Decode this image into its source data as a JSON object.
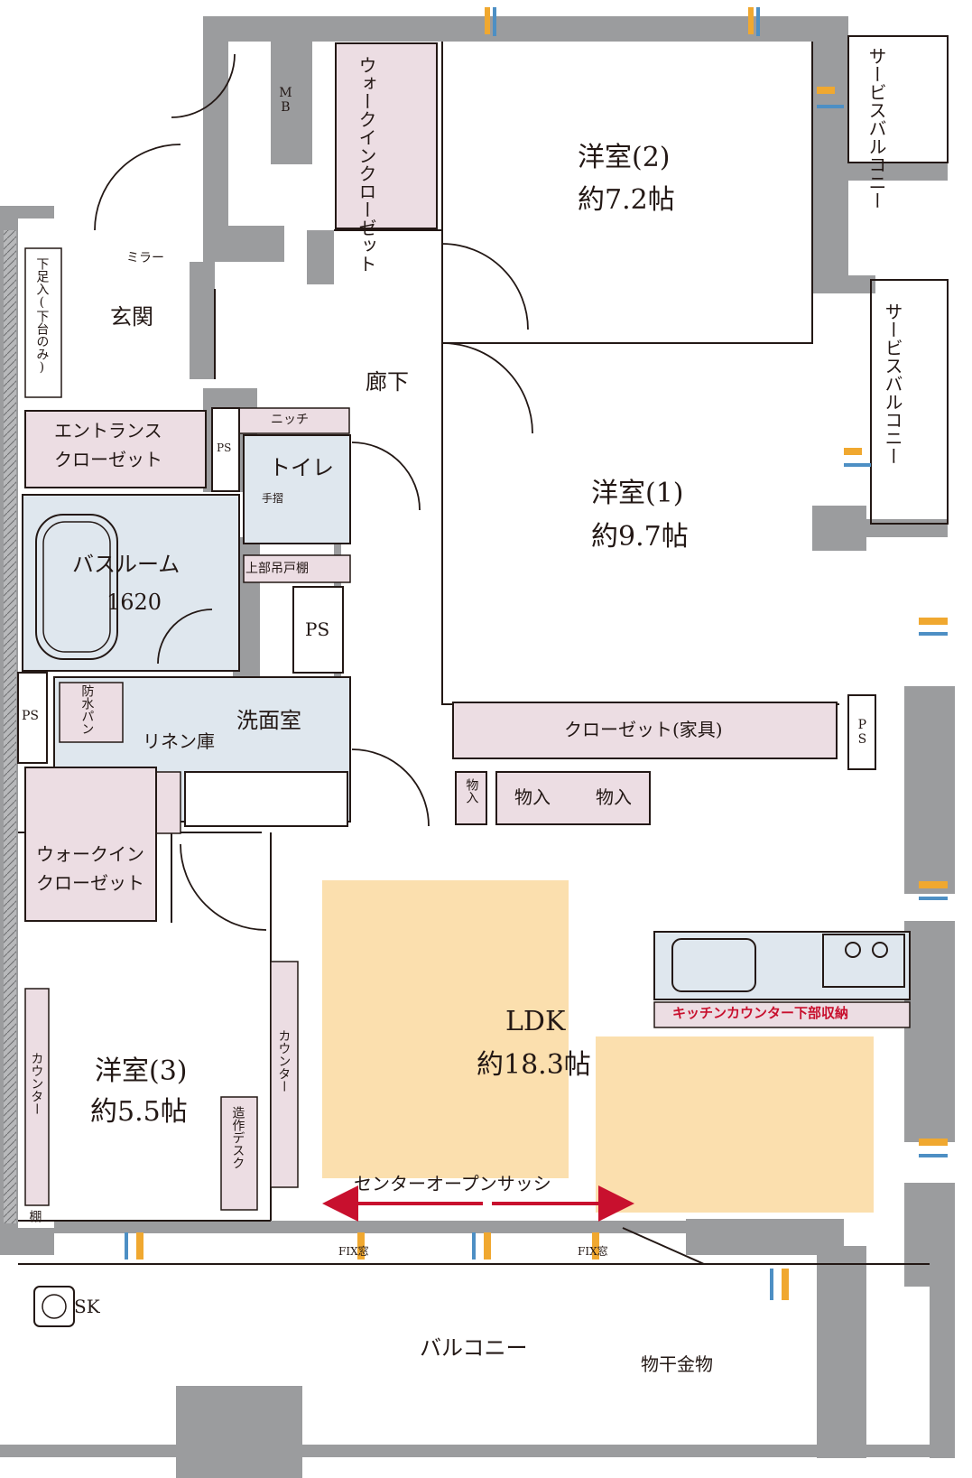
{
  "rooms": {
    "western2": {
      "name": "洋室(2)",
      "size": "約7.2帖"
    },
    "western1": {
      "name": "洋室(1)",
      "size": "約9.7帖"
    },
    "western3": {
      "name": "洋室(3)",
      "size": "約5.5帖"
    },
    "ldk": {
      "name": "LDK",
      "size": "約18.3帖"
    },
    "bathroom": {
      "name": "バスルーム",
      "size": "1620"
    },
    "washroom": "洗面室",
    "toilet": "トイレ",
    "entrance": "玄関",
    "corridor": "廊下",
    "balcony": "バルコニー"
  },
  "labels": {
    "mb": "MB",
    "walkin_top": "ウォークインクローゼット",
    "service_balcony_top": "サービスバルコニー",
    "service_balcony_mid": "サービスバルコニー",
    "mirror": "ミラー",
    "shoe_box": "下足入(下台のみ)",
    "niche": "ニッチ",
    "entrance_closet_1": "エントランス",
    "entrance_closet_2": "クローゼット",
    "ps": "PS",
    "handrail": "手摺",
    "upper_cabinet": "上部吊戸棚",
    "waterproof_pan": "防水パン",
    "linen": "リネン庫",
    "closet_furniture": "クローゼット(家具)",
    "storage": "物入",
    "walkin_left_1": "ウォークイン",
    "walkin_left_2": "クローゼット",
    "counter": "カウンター",
    "desk": "造作デスク",
    "shelf": "棚",
    "kitchen_storage": "キッチンカウンター下部収納",
    "center_open_sash": "センターオープンサッシ",
    "fix_window": "FIX窓",
    "sk": "SK",
    "drying_hardware": "物干金物"
  },
  "colors": {
    "wall": "#9b9c9e",
    "storage_fill": "#ecdde3",
    "wet_fill": "#dfe7ee",
    "sun_fill": "#fbdfae",
    "arrow": "#c8102e",
    "air_blue": "#4d8fc4",
    "air_orange": "#f0a830",
    "line": "#231815"
  }
}
